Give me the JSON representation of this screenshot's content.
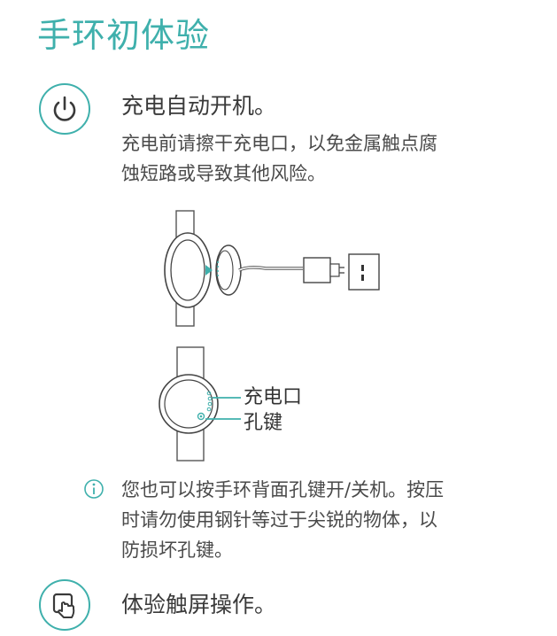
{
  "title": "手环初体验",
  "step1": {
    "icon": "power-icon",
    "heading": "充电自动开机。",
    "description": [
      "充电前请擦干充电口，以免金属触点腐",
      "蚀短路或导致其他风险。"
    ]
  },
  "diagram": {
    "label_charge_port": "充电口",
    "label_button_hole": "孔键"
  },
  "note": {
    "icon": "info-icon",
    "lines": [
      "您也可以按手环背面孔键开/关机。按压",
      "时请勿使用钢针等过于尖锐的物体，以",
      "防损坏孔键。"
    ]
  },
  "step2": {
    "icon": "touch-screen-icon",
    "heading": "体验触屏操作。"
  },
  "colors": {
    "accent": "#3fb0ac",
    "text": "#333333"
  }
}
